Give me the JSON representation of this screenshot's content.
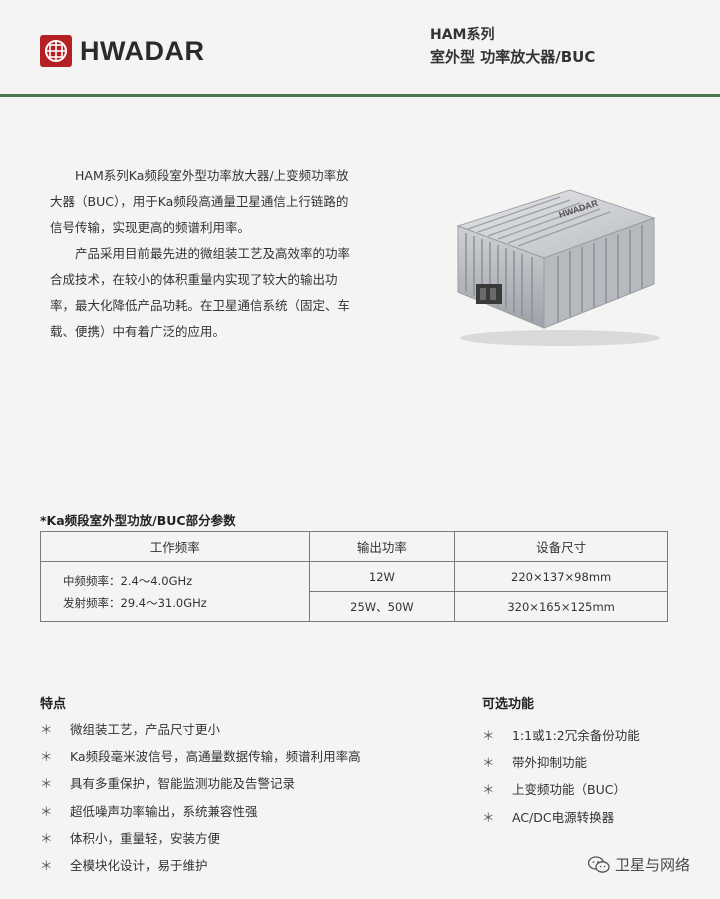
{
  "header": {
    "brand": "HWADAR",
    "series": "HAM系列",
    "product_type": "室外型 功率放大器/BUC"
  },
  "intro": {
    "paragraphs": [
      "HAM系列Ka频段室外型功率放大器/上变频功率放大器（BUC），用于Ka频段高通量卫星通信上行链路的信号传输，实现更高的频谱利用率。",
      "产品采用目前最先进的微组装工艺及高效率的功率合成技术，在较小的体积重量内实现了较大的输出功率，最大化降低产品功耗。在卫星通信系统（固定、车载、便携）中有着广泛的应用。"
    ]
  },
  "spec": {
    "title": "*Ka频段室外型功放/BUC部分参数",
    "headers": [
      "工作频率",
      "输出功率",
      "设备尺寸"
    ],
    "freq_lines": [
      "中频频率：2.4～4.0GHz",
      "发射频率：29.4～31.0GHz"
    ],
    "rows": [
      {
        "power": "12W",
        "size": "220×137×98mm"
      },
      {
        "power": "25W、50W",
        "size": "320×165×125mm"
      }
    ]
  },
  "features": {
    "title": "特点",
    "items": [
      "微组装工艺，产品尺寸更小",
      "Ka频段毫米波信号，高通量数据传输，频谱利用率高",
      "具有多重保护，智能监测功能及告警记录",
      "超低噪声功率输出，系统兼容性强",
      "体积小，重量轻，安装方便",
      "全模块化设计，易于维护"
    ]
  },
  "options": {
    "title": "可选功能",
    "items": [
      "1:1或1:2冗余备份功能",
      "带外抑制功能",
      "上变频功能（BUC）",
      "AC/DC电源转换器"
    ]
  },
  "bullet": "＊",
  "watermark": "卫星与网络",
  "icons": {
    "logo": "hwadar-logo-icon",
    "watermark": "wechat-icon",
    "device_label": "HWADAR"
  },
  "colors": {
    "brand_red": "#b52025",
    "rule_green": "#4a7a4e"
  }
}
